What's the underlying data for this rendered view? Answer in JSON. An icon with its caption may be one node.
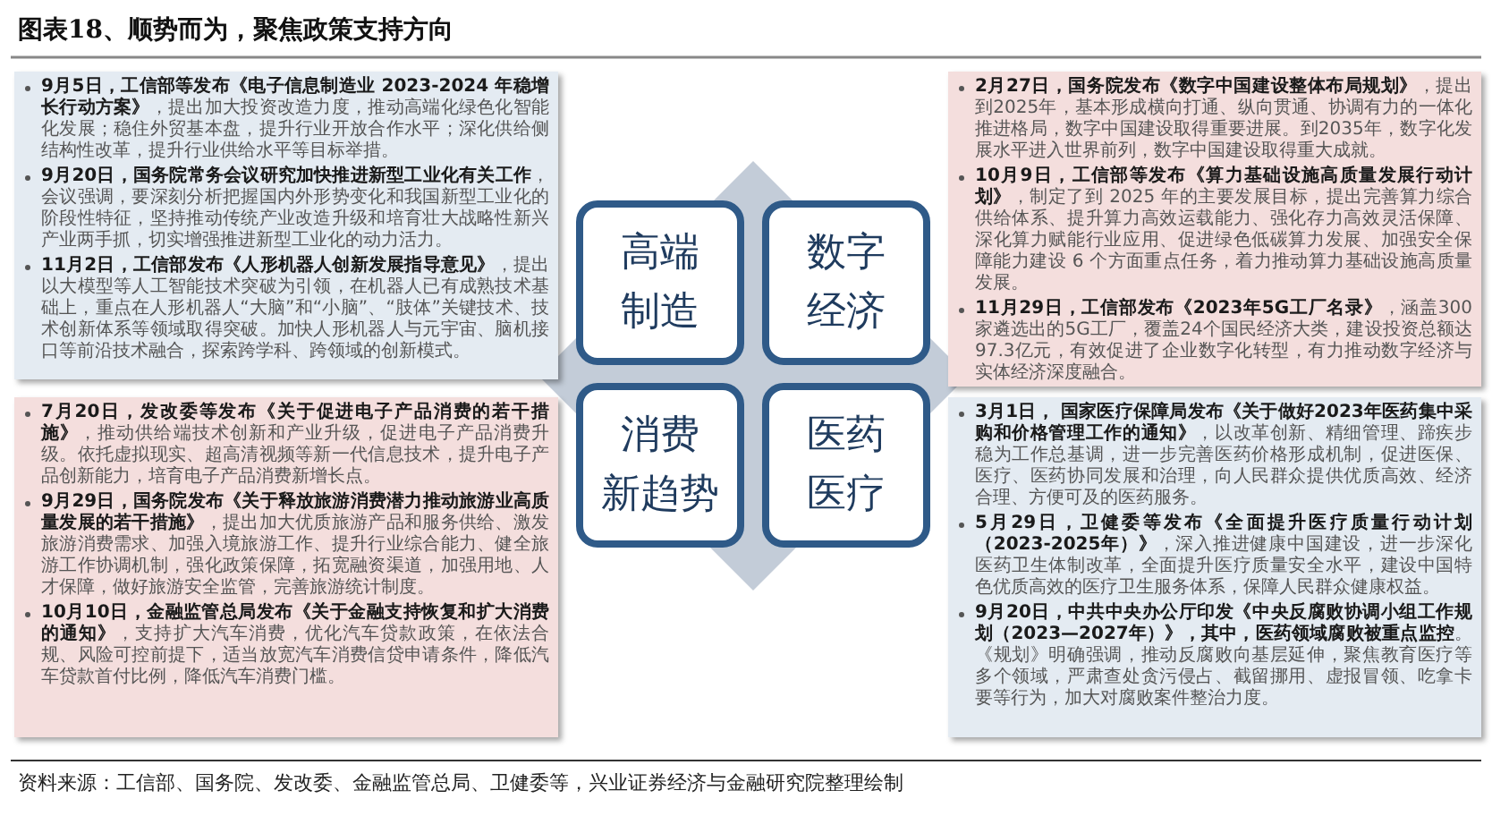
{
  "diagram": {
    "title": "图表18、顺势而为，聚焦政策支持方向",
    "caption": "资料来源：工信部、国务院、发改委、金融监管总局、卫健委等，兴业证券经济与金融研究院整理绘制",
    "nodes": [
      {
        "text": [
          "**9月5日，工信部等发布《电子信息制造业 2023-2024 年稳增长行动方案》**，提出加大投资改造力度，推动高端化绿色化智能化发展；稳住外贸基本盘，提升行业开放合作水平；深化供给侧结构性改革，提升行业供给水平等目标举措。",
          "**9月20日，国务院常务会议研究加快推进新型工业化有关工作**，会议强调，要深刻分析把握国内外形势变化和我国新型工业化的阶段性特征，坚持推动传统产业改造升级和培育壮大战略性新兴产业两手抓，切实增强推进新型工业化的动力活力。",
          "**11月2日，工信部发布《人形机器人创新发展指导意见》**，提出以大模型等人工智能技术突破为引领，在机器人已有成熟技术基础上，重点在人形机器人“大脑”和“小脑”、“肢体”关键技术、技术创新体系等领域取得突破。加快人形机器人与元宇宙、脑机接口等前沿技术融合，探索跨学科、跨领域的创新模式。"
        ]
      },
      {
        "text": [
          "高端",
          "制造"
        ]
      },
      {
        "text": [
          "数字",
          "经济"
        ]
      },
      {
        "text": [
          "**2月27日，国务院发布《数字中国建设整体布局规划》**，提出到2025年，基本形成横向打通、纵向贯通、协调有力的一体化推进格局，数字中国建设取得重要进展。到2035年，数字化发展水平进入世界前列，数字中国建设取得重大成就。",
          "**10月9日，工信部等发布《算力基础设施高质量发展行动计划》**，制定了到 2025 年的主要发展目标，提出完善算力综合供给体系、提升算力高效运载能力、强化存力高效灵活保障、深化算力赋能行业应用、促进绿色低碳算力发展、加强安全保障能力建设 6 个方面重点任务，着力推动算力基础设施高质量发展。",
          "**11月29日，工信部发布《2023年5G工厂名录》**，涵盖300家遴选出的5G工厂，覆盖24个国民经济大类，建设投资总额达97.3亿元，有效促进了企业数字化转型，有力推动数字经济与实体经济深度融合。"
        ]
      },
      {
        "text": [
          "**7月20日，发改委等发布《关于促进电子产品消费的若干措施》**，推动供给端技术创新和产业升级，促进电子产品消费升级。依托虚拟现实、超高清视频等新一代信息技术，提升电子产品创新能力，培育电子产品消费新增长点。",
          "**9月29日，国务院发布《关于释放旅游消费潜力推动旅游业高质量发展的若干措施》**，提出加大优质旅游产品和服务供给、激发旅游消费需求、加强入境旅游工作、提升行业综合能力、健全旅游工作协调机制，强化政策保障，拓宽融资渠道，加强用地、人才保障，做好旅游安全监管，完善旅游统计制度。",
          "**10月10日，金融监管总局发布《关于金融支持恢复和扩大消费的通知》**，支持扩大汽车消费，优化汽车贷款政策，在依法合规、风险可控前提下，适当放宽汽车消费信贷申请条件，降低汽车贷款首付比例，降低汽车消费门槛。"
        ]
      },
      {
        "text": [
          "消费",
          "新趋势"
        ]
      },
      {
        "text": [
          "医药",
          "医疗"
        ]
      },
      {
        "text": [
          "**3月1日， 国家医疗保障局发布《关于做好2023年医药集中采购和价格管理工作的通知》**，以改革创新、精细管理、蹄疾步稳为工作总基调，进一步完善医药价格形成机制，促进医保、医疗、医药协同发展和治理，向人民群众提供优质高效、经济合理、方便可及的医药服务。",
          "**5月29日，卫健委等发布《全面提升医疗质量行动计划（2023-2025年）》**，深入推进健康中国建设，进一步深化医药卫生体制改革，全面提升医疗质量安全水平，建设中国特色优质高效的医疗卫生服务体系，保障人民群众健康权益。",
          "**9月20日，中共中央办公厅印发《中央反腐败协调小组工作规划（2023—2027年）》，其中，医药领域腐败被重点监控**。《规划》明确强调，推动反腐败向基层延伸，聚焦教育医疗等多个领域，严肃查处贪污侵占、截留挪用、虚报冒领、吃拿卡要等行为，加大对腐败案件整治力度。"
        ]
      }
    ]
  }
}
